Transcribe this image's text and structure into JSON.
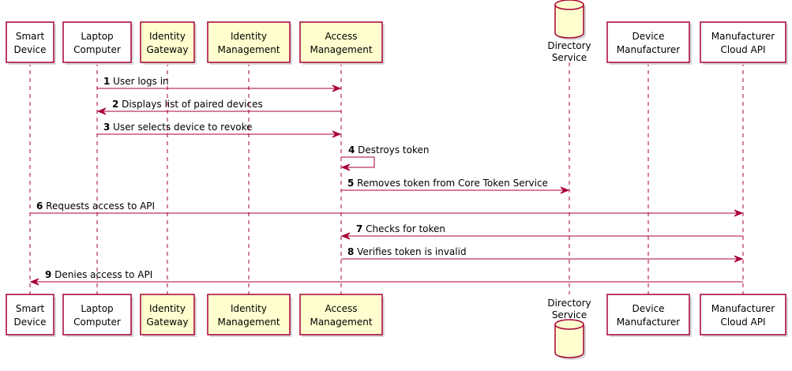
{
  "colors": {
    "stroke": "#A80036",
    "box_fill_white": "#FFFFFF",
    "box_fill_yellow": "#FEFECE",
    "shadow": "#D8D8D8"
  },
  "participants": [
    {
      "id": "smart-device",
      "lines": [
        "Smart",
        "Device"
      ],
      "fill": "#FFFFFF",
      "shape": "box"
    },
    {
      "id": "laptop-computer",
      "lines": [
        "Laptop",
        "Computer"
      ],
      "fill": "#FFFFFF",
      "shape": "box"
    },
    {
      "id": "identity-gateway",
      "lines": [
        "Identity",
        "Gateway"
      ],
      "fill": "#FEFECE",
      "shape": "box"
    },
    {
      "id": "identity-management",
      "lines": [
        "Identity",
        "Management"
      ],
      "fill": "#FEFECE",
      "shape": "box"
    },
    {
      "id": "access-management",
      "lines": [
        "Access",
        "Management"
      ],
      "fill": "#FEFECE",
      "shape": "box"
    },
    {
      "id": "directory-service",
      "lines": [
        "Directory",
        "Service"
      ],
      "fill": "#FEFECE",
      "shape": "database"
    },
    {
      "id": "device-manufacturer",
      "lines": [
        "Device",
        "Manufacturer"
      ],
      "fill": "#FFFFFF",
      "shape": "box"
    },
    {
      "id": "manufacturer-cloud-api",
      "lines": [
        "Manufacturer",
        "Cloud API"
      ],
      "fill": "#FFFFFF",
      "shape": "box"
    }
  ],
  "messages": [
    {
      "num": "1",
      "text": "User logs in",
      "from": "laptop-computer",
      "to": "access-management"
    },
    {
      "num": "2",
      "text": "Displays list of paired devices",
      "from": "access-management",
      "to": "laptop-computer"
    },
    {
      "num": "3",
      "text": "User selects device to revoke",
      "from": "laptop-computer",
      "to": "access-management"
    },
    {
      "num": "4",
      "text": "Destroys token",
      "from": "access-management",
      "to": "access-management"
    },
    {
      "num": "5",
      "text": "Removes token from Core Token Service",
      "from": "access-management",
      "to": "directory-service"
    },
    {
      "num": "6",
      "text": "Requests access to API",
      "from": "smart-device",
      "to": "manufacturer-cloud-api"
    },
    {
      "num": "7",
      "text": "Checks for token",
      "from": "manufacturer-cloud-api",
      "to": "access-management"
    },
    {
      "num": "8",
      "text": "Verifies token is invalid",
      "from": "access-management",
      "to": "manufacturer-cloud-api"
    },
    {
      "num": "9",
      "text": "Denies access to API",
      "from": "manufacturer-cloud-api",
      "to": "smart-device"
    }
  ]
}
